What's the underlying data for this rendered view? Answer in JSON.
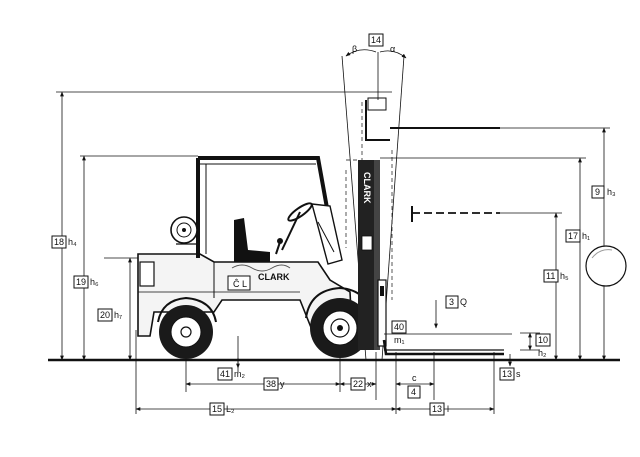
{
  "diagram": {
    "brand": "CLARK",
    "mast_brand": "CLARK",
    "body_badge": "Ĉ L",
    "labels": {
      "d14": {
        "num": "14",
        "sym": ""
      },
      "beta": {
        "sym": "β"
      },
      "alpha": {
        "sym": "α"
      },
      "d18": {
        "num": "18",
        "sym": "h₄"
      },
      "d19": {
        "num": "19",
        "sym": "h₆"
      },
      "d20": {
        "num": "20",
        "sym": "h₇"
      },
      "d9": {
        "num": "9",
        "sym": "h₃"
      },
      "d17": {
        "num": "17",
        "sym": "h₁"
      },
      "d11": {
        "num": "11",
        "sym": "h₅"
      },
      "d3": {
        "num": "3",
        "sym": "Q"
      },
      "d40": {
        "num": "40",
        "sym": "m₁"
      },
      "d10": {
        "num": "10",
        "sym": "h₂"
      },
      "d41": {
        "num": "41",
        "sym": "m₂"
      },
      "d38": {
        "num": "38",
        "sym": "y"
      },
      "d22": {
        "num": "22",
        "sym": "x"
      },
      "d4": {
        "num": "4",
        "sym": "c"
      },
      "d13s": {
        "num": "13",
        "sym": "s"
      },
      "d15": {
        "num": "15",
        "sym": "L₂"
      },
      "d13l": {
        "num": "13",
        "sym": "l"
      }
    }
  }
}
